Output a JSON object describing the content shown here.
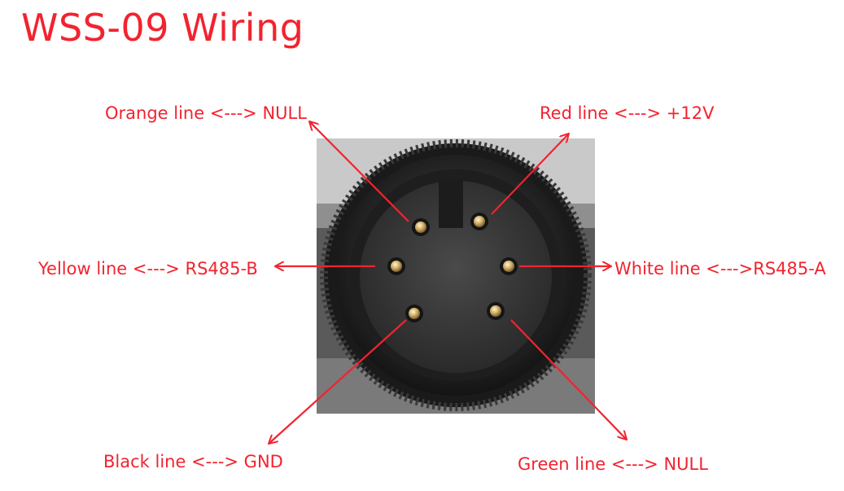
{
  "title": "WSS-09 Wiring",
  "labels": {
    "orange": "Orange line <---> NULL",
    "red": "Red line <---> +12V",
    "yellow": "Yellow line <---> RS485-B",
    "white": "White line <--->RS485-A",
    "black": "Black line <---> GND",
    "green": "Green line <---> NULL"
  },
  "colors": {
    "accent": "#f2232f",
    "connector_body": "#2b2b2b",
    "pin": "#c9a65a"
  }
}
